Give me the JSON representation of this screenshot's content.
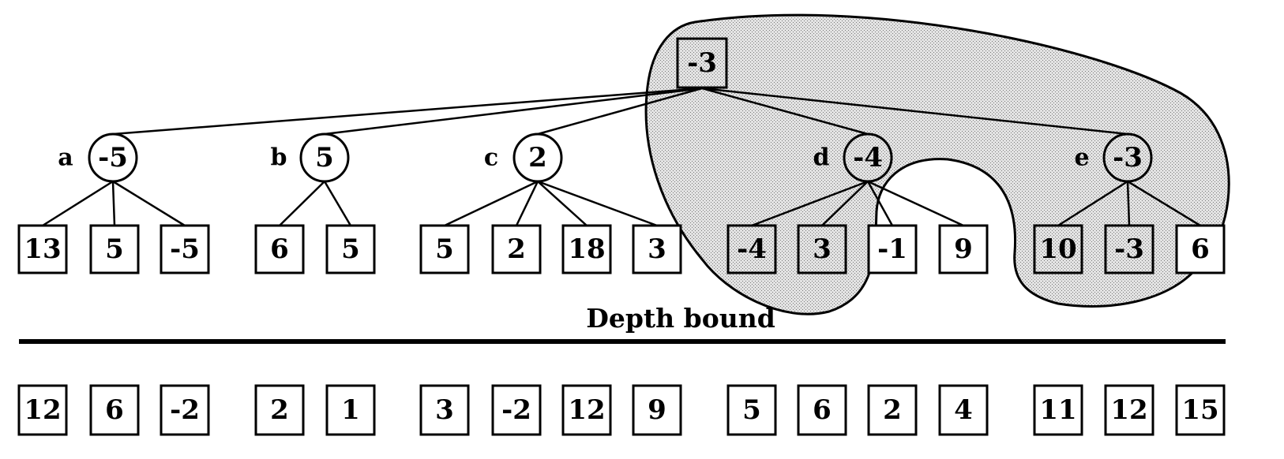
{
  "colors": {
    "ink": "#000000",
    "region_fill": "#d6d6d6",
    "node_fill": "#ffffff"
  },
  "root": {
    "value": "-3"
  },
  "children": [
    {
      "letter": "a",
      "value": "-5"
    },
    {
      "letter": "b",
      "value": "5"
    },
    {
      "letter": "c",
      "value": "2"
    },
    {
      "letter": "d",
      "value": "-4"
    },
    {
      "letter": "e",
      "value": "-3"
    }
  ],
  "leaves": [
    "13",
    "5",
    "-5",
    "6",
    "5",
    "5",
    "2",
    "18",
    "3",
    "-4",
    "3",
    "-1",
    "9",
    "10",
    "-3",
    "6"
  ],
  "depth_bound_label": "Depth bound",
  "below_bound_values": [
    "12",
    "6",
    "-2",
    "2",
    "1",
    "3",
    "-2",
    "12",
    "9",
    "5",
    "6",
    "2",
    "4",
    "11",
    "12",
    "15"
  ]
}
